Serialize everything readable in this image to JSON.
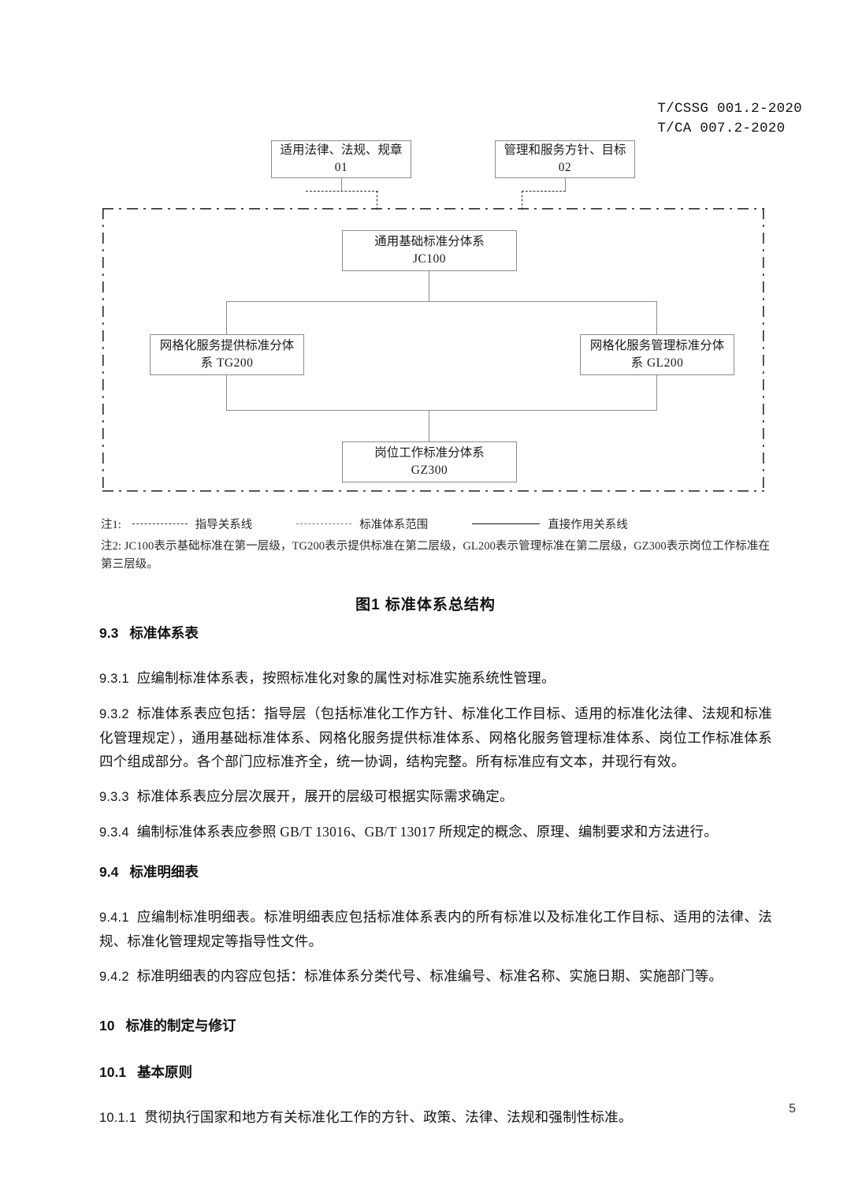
{
  "header": {
    "std_no_1": "T/CSSG 001.2-2020",
    "std_no_2": "T/CA 007.2-2020"
  },
  "figure": {
    "caption": "图1   标准体系总结构",
    "nodes": {
      "law": {
        "title": "适用法律、法规、规章",
        "code": "01"
      },
      "policy": {
        "title": "管理和服务方针、目标",
        "code": "02"
      },
      "basic": {
        "title": "通用基础标准分体系",
        "code": "JC100"
      },
      "provide": {
        "title": "网格化服务提供标准分体",
        "code": "系 TG200"
      },
      "manage": {
        "title": "网格化服务管理标准分体",
        "code": "系 GL200"
      },
      "post": {
        "title": "岗位工作标准分体系",
        "code": "GZ300"
      }
    },
    "legend": {
      "label": "注1:",
      "items": [
        {
          "style": "dashed",
          "text": "指导关系线"
        },
        {
          "style": "dotted",
          "text": "标准体系范围"
        },
        {
          "style": "solid",
          "text": "直接作用关系线"
        }
      ]
    },
    "note2": "注2: JC100表示基础标准在第一层级，TG200表示提供标准在第二层级，GL200表示管理标准在第二层级，GZ300表示岗位工作标准在第三层级。"
  },
  "sections": {
    "s93_title_num": "9.3",
    "s93_title_text": "标准体系表",
    "s931_num": "9.3.1",
    "s931_text": "应编制标准体系表，按照标准化对象的属性对标准实施系统性管理。",
    "s932_num": "9.3.2",
    "s932_text": "标准体系表应包括：指导层（包括标准化工作方针、标准化工作目标、适用的标准化法律、法规和标准化管理规定），通用基础标准体系、网格化服务提供标准体系、网格化服务管理标准体系、岗位工作标准体系四个组成部分。各个部门应标准齐全，统一协调，结构完整。所有标准应有文本，并现行有效。",
    "s933_num": "9.3.3",
    "s933_text": "标准体系表应分层次展开，展开的层级可根据实际需求确定。",
    "s934_num": "9.3.4",
    "s934_text": "编制标准体系表应参照 GB/T 13016、GB/T 13017 所规定的概念、原理、编制要求和方法进行。",
    "s94_title_num": "9.4",
    "s94_title_text": "标准明细表",
    "s941_num": "9.4.1",
    "s941_text": "应编制标准明细表。标准明细表应包括标准体系表内的所有标准以及标准化工作目标、适用的法律、法规、标准化管理规定等指导性文件。",
    "s942_num": "9.4.2",
    "s942_text": "标准明细表的内容应包括：标准体系分类代号、标准编号、标准名称、实施日期、实施部门等。",
    "s10_title_num": "10",
    "s10_title_text": "标准的制定与修订",
    "s101_title_num": "10.1",
    "s101_title_text": "基本原则",
    "s1011_num": "10.1.1",
    "s1011_text": "贯彻执行国家和地方有关标准化工作的方针、政策、法律、法规和强制性标准。"
  },
  "footer": {
    "page_number": "5"
  }
}
